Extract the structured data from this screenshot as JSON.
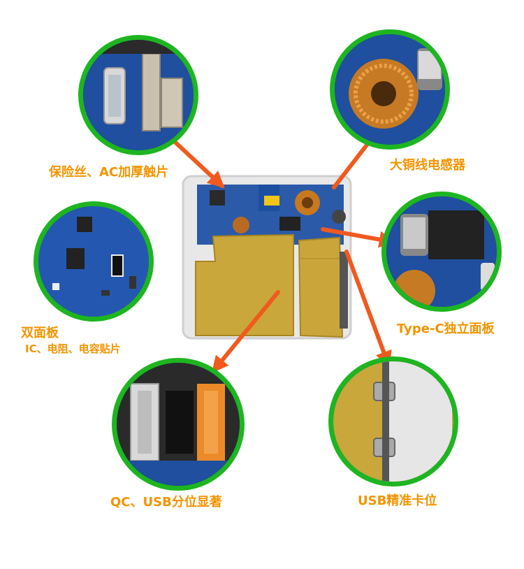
{
  "labels": {
    "fuse": "保险丝、AC加厚触片",
    "inductor": "大铜线电感器",
    "double_board_title": "双面板",
    "double_board_sub": "IC、电阻、电容贴片",
    "typec": "Type-C独立面板",
    "qc_usb": "QC、USB分位显著",
    "usb_slot": "USB精准卡位"
  },
  "colors": {
    "ring": "#1db520",
    "label": "#f29400",
    "arrow": "#f05a1e",
    "pcb": "#1f4f9e",
    "copper": "#d9a441"
  }
}
